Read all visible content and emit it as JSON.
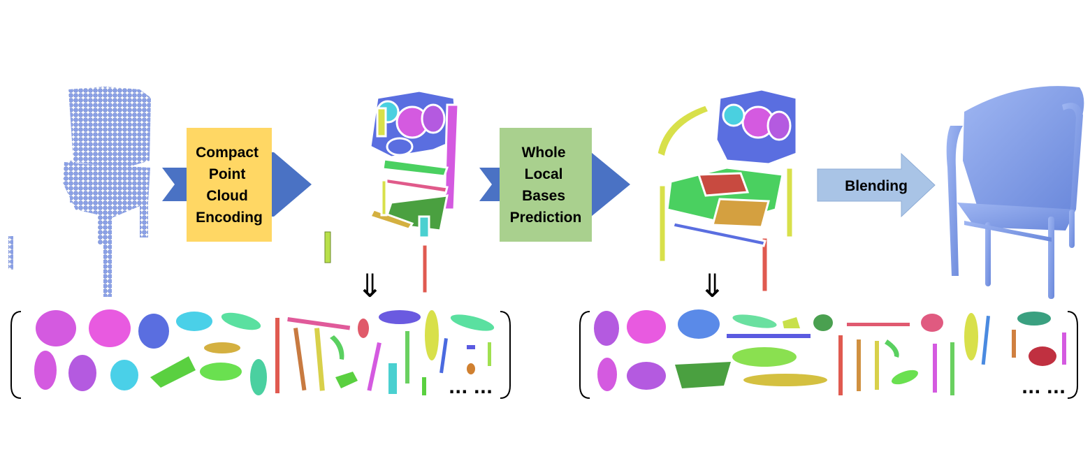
{
  "stages": {
    "encoding": {
      "lines": [
        "Compact",
        "Point",
        "Cloud",
        "Encoding"
      ]
    },
    "prediction": {
      "lines": [
        "Whole",
        "Local",
        "Bases",
        "Prediction"
      ]
    },
    "blending": {
      "lines": [
        "Blending"
      ]
    }
  },
  "arrows": {
    "down_glyph": "⇓"
  },
  "part_sets": {
    "left": {
      "ellipsis": "... ..."
    },
    "right": {
      "ellipsis": "... ..."
    }
  },
  "colors": {
    "chair_blue": "#8aa0e6",
    "mesh_blue": "#7b98e6",
    "arrow_blue": "#4a72c4",
    "arrow_light": "#a9c4e6",
    "encoding_box": "#ffd764",
    "prediction_box": "#a9d08e"
  },
  "icons": [
    "point-cloud-chair",
    "segmented-chair",
    "blended-chair-mesh"
  ]
}
